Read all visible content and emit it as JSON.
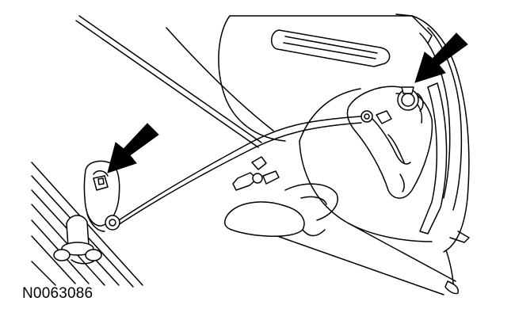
{
  "figure": {
    "code": "N0063086"
  },
  "colors": {
    "line": "#000000",
    "fill": "#ffffff",
    "callout_arrow": "#000000"
  },
  "callouts": [
    {
      "name": "callout-arrow-linkage-clip-left",
      "icon": "arrow-down-left-icon"
    },
    {
      "name": "callout-arrow-linkage-clip-right",
      "icon": "arrow-down-left-icon"
    }
  ]
}
